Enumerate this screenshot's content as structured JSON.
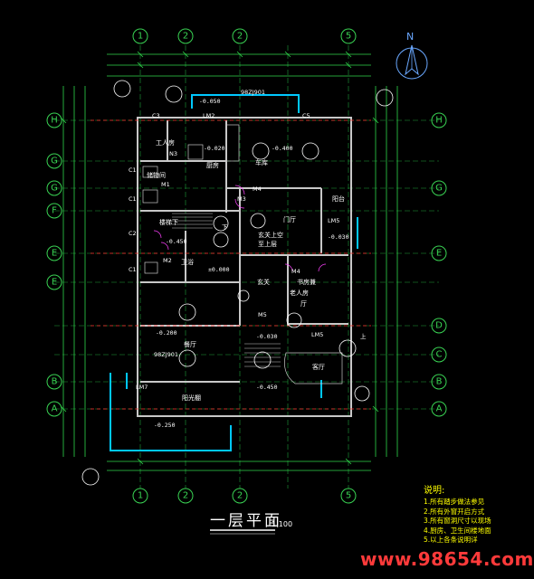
{
  "drawing": {
    "title": "一层平面",
    "scale": "1:100",
    "north_label": "N",
    "watermark": "www.98654.com"
  },
  "axes": {
    "top": [
      "1",
      "2",
      "2",
      "5"
    ],
    "bottom": [
      "1",
      "2",
      "2",
      "5"
    ],
    "left": [
      "H",
      "G",
      "G",
      "F",
      "E",
      "E",
      "B",
      "A"
    ],
    "right": [
      "H",
      "G",
      "E",
      "D",
      "C",
      "B",
      "A"
    ]
  },
  "rooms": {
    "worker_room": "工人房",
    "kitchen": "厨房",
    "garage": "车库",
    "foyer": "门厅",
    "sunroom": "阳台",
    "entrance": "玄关",
    "dining": "餐厅",
    "bathroom": "卫浴",
    "bedroom": "客厅",
    "terrace": "阳光棚",
    "stair_storage": "楼梯下",
    "storage_room": "储物间",
    "study_note_1": "书房兼",
    "study_note_2": "老人房",
    "study_note_3": "厅",
    "void_note_1": "玄关上空",
    "void_note_2": "至上层"
  },
  "levels": {
    "top_door": "-0.050",
    "kitchen": "-0.020",
    "garage": "-0.400",
    "stair_left": "-0.450",
    "mid": "±0.000",
    "right_mid": "-0.030",
    "living": "-0.200",
    "entry": "-0.030",
    "terrace_front": "-0.450",
    "south": "-0.250"
  },
  "labels": {
    "garage_ref": "98ZJ901",
    "dining_ref": "98ZJ901",
    "c3": "C3",
    "lm2": "LM2",
    "c5": "C5",
    "c1a": "C1",
    "c1b": "C1",
    "c2": "C2",
    "c1c": "C1",
    "m1": "M1",
    "m2": "M2",
    "m3": "M3",
    "m4": "M4",
    "n3": "N3",
    "lm5": "LM5",
    "lm5b": "LM5",
    "m4b": "M4",
    "m5": "M5",
    "lm7": "LM7",
    "up": "上",
    "stair_down": "下"
  },
  "notes": {
    "heading": "说明:",
    "items": [
      "1.所有踏步做法参见",
      "2.所有外窗开启方式",
      "3.所有窗洞尺寸以现场",
      "4.厨房、卫生间楼地面",
      "5.以上各条说明详"
    ]
  }
}
